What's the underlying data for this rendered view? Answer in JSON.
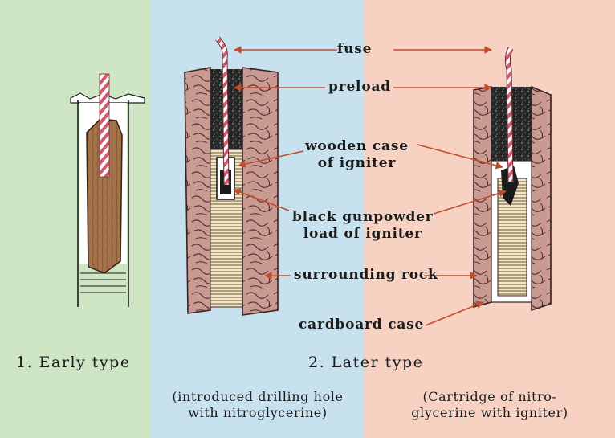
{
  "colors": {
    "panel_green": "#cfe6c4",
    "panel_blue": "#c7e1ef",
    "panel_peach": "#f7d2c2",
    "rock": "#c89a92",
    "rock_vein": "#4d2b2b",
    "preload": "#262626",
    "cardboard": "#f1e6c6",
    "nitro_lines": "#6b5530",
    "wood": "#9a6a46",
    "fuse": "#d35a6e",
    "arrow": "#c24d2c"
  },
  "labels": {
    "fuse": "fuse",
    "preload": "preload",
    "wooden_case": [
      "wooden case",
      "of igniter"
    ],
    "black_gunpowder": [
      "black gunpowder",
      "load of igniter"
    ],
    "surrounding_rock": "surrounding rock",
    "cardboard_case": "cardboard case"
  },
  "captions": {
    "early": "1. Early type",
    "later": "2. Later type",
    "left_sub": [
      "(introduced drilling hole",
      "with nitroglycerine)"
    ],
    "right_sub": [
      "(Cartridge of nitro-",
      "glycerine with igniter)"
    ]
  }
}
